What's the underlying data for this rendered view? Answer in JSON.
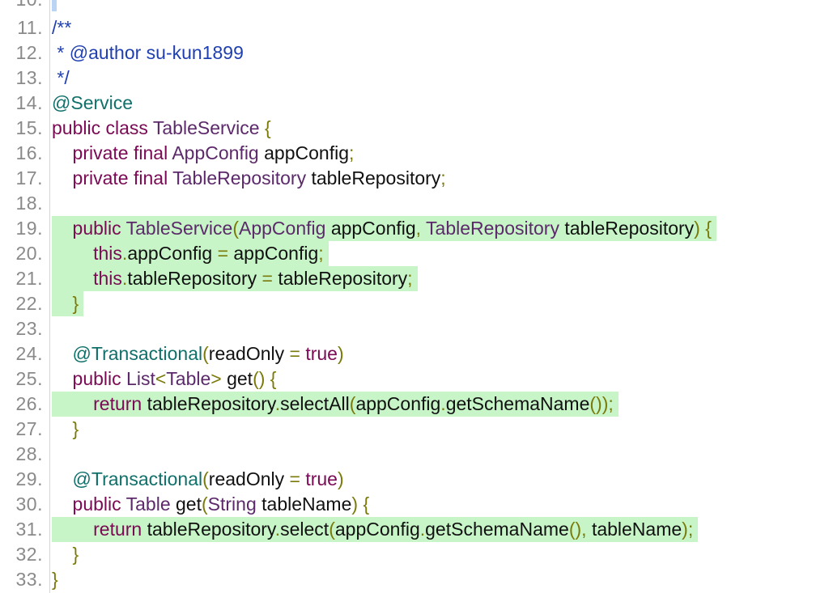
{
  "editor": {
    "partial_line_number": "10.",
    "lines": [
      {
        "num": "11.",
        "hl": false,
        "tokens": [
          {
            "t": "/**",
            "c": "cm"
          }
        ]
      },
      {
        "num": "12.",
        "hl": false,
        "tokens": [
          {
            "t": " * @author su-kun1899",
            "c": "cm"
          }
        ]
      },
      {
        "num": "13.",
        "hl": false,
        "tokens": [
          {
            "t": " */",
            "c": "cm"
          }
        ]
      },
      {
        "num": "14.",
        "hl": false,
        "tokens": [
          {
            "t": "@Service",
            "c": "ann"
          }
        ]
      },
      {
        "num": "15.",
        "hl": false,
        "tokens": [
          {
            "t": "public class ",
            "c": "kw"
          },
          {
            "t": "TableService ",
            "c": "ty"
          },
          {
            "t": "{",
            "c": "pn"
          }
        ]
      },
      {
        "num": "16.",
        "hl": false,
        "tokens": [
          {
            "t": "    private final ",
            "c": "kw"
          },
          {
            "t": "AppConfig ",
            "c": "ty"
          },
          {
            "t": "appConfig",
            "c": "id"
          },
          {
            "t": ";",
            "c": "pn"
          }
        ]
      },
      {
        "num": "17.",
        "hl": false,
        "tokens": [
          {
            "t": "    private final ",
            "c": "kw"
          },
          {
            "t": "TableRepository ",
            "c": "ty"
          },
          {
            "t": "tableRepository",
            "c": "id"
          },
          {
            "t": ";",
            "c": "pn"
          }
        ]
      },
      {
        "num": "18.",
        "hl": false,
        "tokens": []
      },
      {
        "num": "19.",
        "hl": true,
        "tokens": [
          {
            "t": "    public ",
            "c": "kw"
          },
          {
            "t": "TableService",
            "c": "ty"
          },
          {
            "t": "(",
            "c": "pn"
          },
          {
            "t": "AppConfig ",
            "c": "ty"
          },
          {
            "t": "appConfig",
            "c": "id"
          },
          {
            "t": ", ",
            "c": "pn"
          },
          {
            "t": "TableRepository ",
            "c": "ty"
          },
          {
            "t": "tableRepository",
            "c": "id"
          },
          {
            "t": ") {",
            "c": "pn"
          }
        ]
      },
      {
        "num": "20.",
        "hl": true,
        "tokens": [
          {
            "t": "        this",
            "c": "kw"
          },
          {
            "t": ".",
            "c": "pn"
          },
          {
            "t": "appConfig ",
            "c": "id"
          },
          {
            "t": "= ",
            "c": "pn"
          },
          {
            "t": "appConfig",
            "c": "id"
          },
          {
            "t": ";",
            "c": "pn"
          }
        ]
      },
      {
        "num": "21.",
        "hl": true,
        "tokens": [
          {
            "t": "        this",
            "c": "kw"
          },
          {
            "t": ".",
            "c": "pn"
          },
          {
            "t": "tableRepository ",
            "c": "id"
          },
          {
            "t": "= ",
            "c": "pn"
          },
          {
            "t": "tableRepository",
            "c": "id"
          },
          {
            "t": ";",
            "c": "pn"
          }
        ]
      },
      {
        "num": "22.",
        "hl": true,
        "tokens": [
          {
            "t": "    }",
            "c": "pn"
          }
        ]
      },
      {
        "num": "23.",
        "hl": false,
        "tokens": []
      },
      {
        "num": "24.",
        "hl": false,
        "tokens": [
          {
            "t": "    @Transactional",
            "c": "ann"
          },
          {
            "t": "(",
            "c": "pn"
          },
          {
            "t": "readOnly ",
            "c": "id"
          },
          {
            "t": "= ",
            "c": "pn"
          },
          {
            "t": "true",
            "c": "kw"
          },
          {
            "t": ")",
            "c": "pn"
          }
        ]
      },
      {
        "num": "25.",
        "hl": false,
        "tokens": [
          {
            "t": "    public ",
            "c": "kw"
          },
          {
            "t": "List",
            "c": "ty"
          },
          {
            "t": "<",
            "c": "pn"
          },
          {
            "t": "Table",
            "c": "ty"
          },
          {
            "t": "> ",
            "c": "pn"
          },
          {
            "t": "get",
            "c": "id"
          },
          {
            "t": "() {",
            "c": "pn"
          }
        ]
      },
      {
        "num": "26.",
        "hl": true,
        "tokens": [
          {
            "t": "        return ",
            "c": "kw"
          },
          {
            "t": "tableRepository",
            "c": "id"
          },
          {
            "t": ".",
            "c": "pn"
          },
          {
            "t": "selectAll",
            "c": "id"
          },
          {
            "t": "(",
            "c": "pn"
          },
          {
            "t": "appConfig",
            "c": "id"
          },
          {
            "t": ".",
            "c": "pn"
          },
          {
            "t": "getSchemaName",
            "c": "id"
          },
          {
            "t": "());",
            "c": "pn"
          }
        ]
      },
      {
        "num": "27.",
        "hl": false,
        "tokens": [
          {
            "t": "    }",
            "c": "pn"
          }
        ]
      },
      {
        "num": "28.",
        "hl": false,
        "tokens": []
      },
      {
        "num": "29.",
        "hl": false,
        "tokens": [
          {
            "t": "    @Transactional",
            "c": "ann"
          },
          {
            "t": "(",
            "c": "pn"
          },
          {
            "t": "readOnly ",
            "c": "id"
          },
          {
            "t": "= ",
            "c": "pn"
          },
          {
            "t": "true",
            "c": "kw"
          },
          {
            "t": ")",
            "c": "pn"
          }
        ]
      },
      {
        "num": "30.",
        "hl": false,
        "tokens": [
          {
            "t": "    public ",
            "c": "kw"
          },
          {
            "t": "Table ",
            "c": "ty"
          },
          {
            "t": "get",
            "c": "id"
          },
          {
            "t": "(",
            "c": "pn"
          },
          {
            "t": "String ",
            "c": "ty"
          },
          {
            "t": "tableName",
            "c": "id"
          },
          {
            "t": ") {",
            "c": "pn"
          }
        ]
      },
      {
        "num": "31.",
        "hl": true,
        "tokens": [
          {
            "t": "        return ",
            "c": "kw"
          },
          {
            "t": "tableRepository",
            "c": "id"
          },
          {
            "t": ".",
            "c": "pn"
          },
          {
            "t": "select",
            "c": "id"
          },
          {
            "t": "(",
            "c": "pn"
          },
          {
            "t": "appConfig",
            "c": "id"
          },
          {
            "t": ".",
            "c": "pn"
          },
          {
            "t": "getSchemaName",
            "c": "id"
          },
          {
            "t": "(), ",
            "c": "pn"
          },
          {
            "t": "tableName",
            "c": "id"
          },
          {
            "t": ");",
            "c": "pn"
          }
        ]
      },
      {
        "num": "32.",
        "hl": false,
        "tokens": [
          {
            "t": "    }",
            "c": "pn"
          }
        ]
      },
      {
        "num": "33.",
        "hl": false,
        "tokens": [
          {
            "t": "}",
            "c": "pn"
          }
        ]
      }
    ]
  }
}
